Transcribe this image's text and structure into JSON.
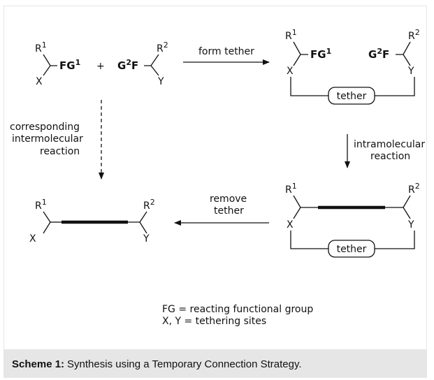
{
  "scheme": {
    "reactant1": {
      "r": "R",
      "r_sup": "1",
      "fg": "FG",
      "fg_sup": "1",
      "x": "X"
    },
    "plus": "+",
    "reactant2": {
      "g": "G",
      "g_sup": "2",
      "f": "F",
      "r": "R",
      "r_sup": "2",
      "y": "Y"
    },
    "arrow_form_tether": "form tether",
    "tethered": {
      "r1": "R",
      "r1_sup": "1",
      "fg": "FG",
      "fg_sup": "1",
      "x": "X",
      "g": "G",
      "g_sup": "2",
      "f": "F",
      "r2": "R",
      "r2_sup": "2",
      "y": "Y",
      "tether": "tether"
    },
    "arrow_intramolecular": [
      "intramolecular",
      "reaction"
    ],
    "cyclized": {
      "r1": "R",
      "r1_sup": "1",
      "r2": "R",
      "r2_sup": "2",
      "x": "X",
      "y": "Y",
      "tether": "tether"
    },
    "arrow_remove_tether": [
      "remove",
      "tether"
    ],
    "product": {
      "r1": "R",
      "r1_sup": "1",
      "r2": "R",
      "r2_sup": "2",
      "x": "X",
      "y": "Y"
    },
    "arrow_intermolecular": [
      "corresponding",
      "intermolecular",
      "reaction"
    ],
    "legend": [
      "FG = reacting functional group",
      "X, Y = tethering sites"
    ]
  },
  "caption": {
    "label": "Scheme 1:",
    "text": "Synthesis using a Temporary Connection Strategy."
  }
}
